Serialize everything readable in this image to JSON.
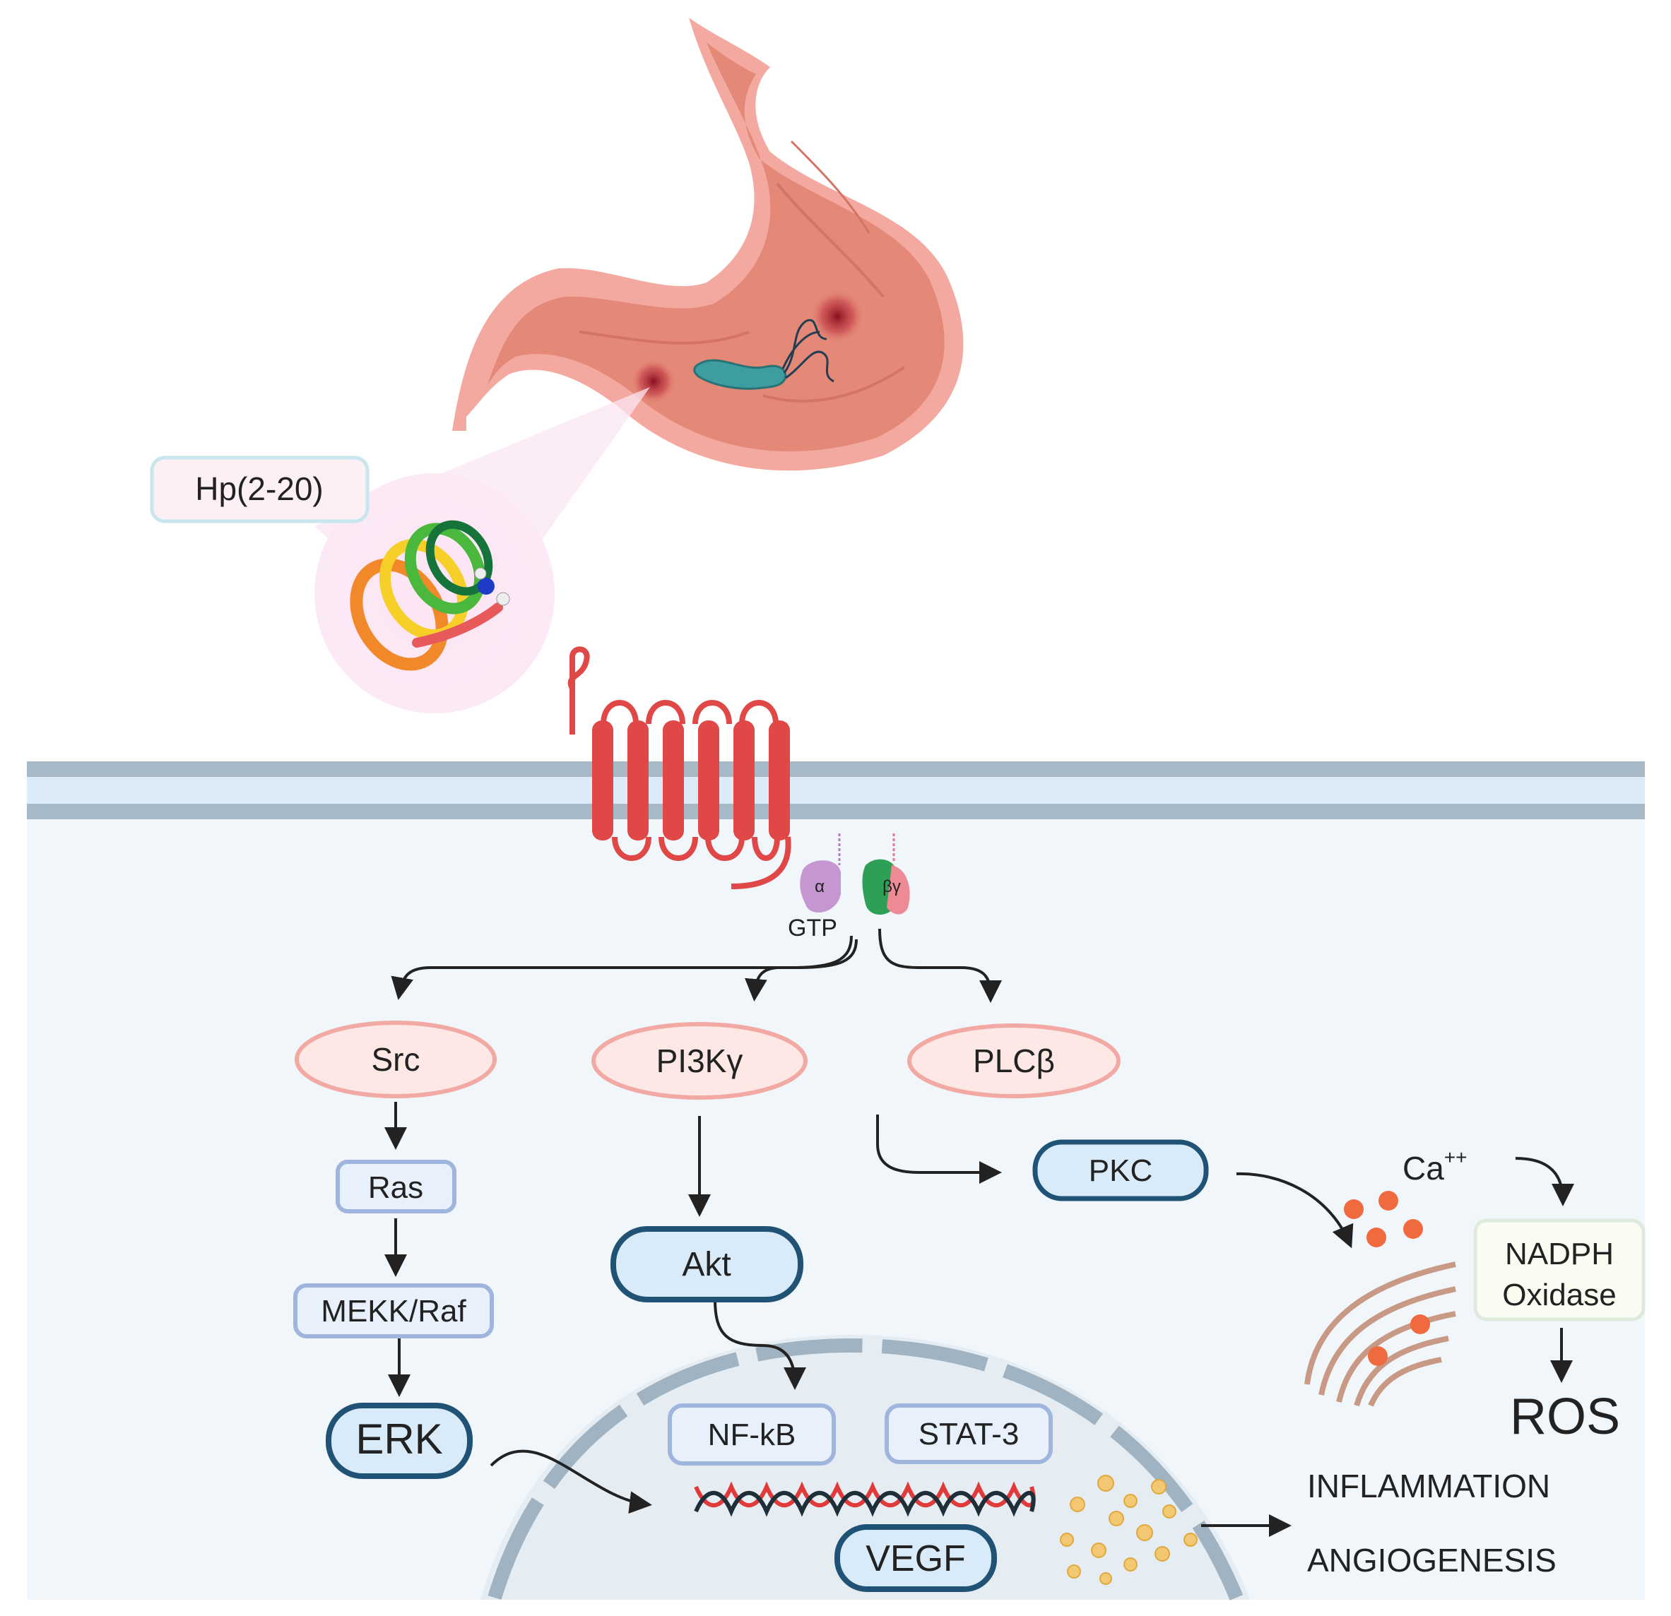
{
  "labels": {
    "peptide": "Hp(2-20)",
    "g_alpha": "α",
    "g_betagamma": "βγ",
    "gtp": "GTP",
    "src": "Src",
    "pi3k": "PI3Kγ",
    "plc": "PLCβ",
    "ras": "Ras",
    "mekk": "MEKK/Raf",
    "erk": "ERK",
    "akt": "Akt",
    "pkc": "PKC",
    "calcium": "Ca",
    "calcium_charge": "++",
    "nadph_line1": "NADPH",
    "nadph_line2": "Oxidase",
    "ros": "ROS",
    "nfkb": "NF-kB",
    "stat3": "STAT-3",
    "vegf": "VEGF",
    "inflammation": "INFLAMMATION",
    "angiogenesis": "ANGIOGENESIS"
  },
  "colors": {
    "membrane": "#a7b9c6",
    "membrane_inner": "#dbecf8",
    "cytoplasm": "#f1f6fb",
    "receptor": "#e04848",
    "stomach": "#e48877",
    "bacterium": "#3d9da0",
    "ellipse_fill": "#fde8e6",
    "ellipse_stroke": "#f2a9a3",
    "dark_box_fill": "#d9ebf8",
    "dark_box_stroke": "#1f5275",
    "light_box_stroke": "#9fb5de",
    "er": "#c89a85",
    "calcium_dot": "#f06a3f",
    "vesicle": "#f3c872"
  }
}
